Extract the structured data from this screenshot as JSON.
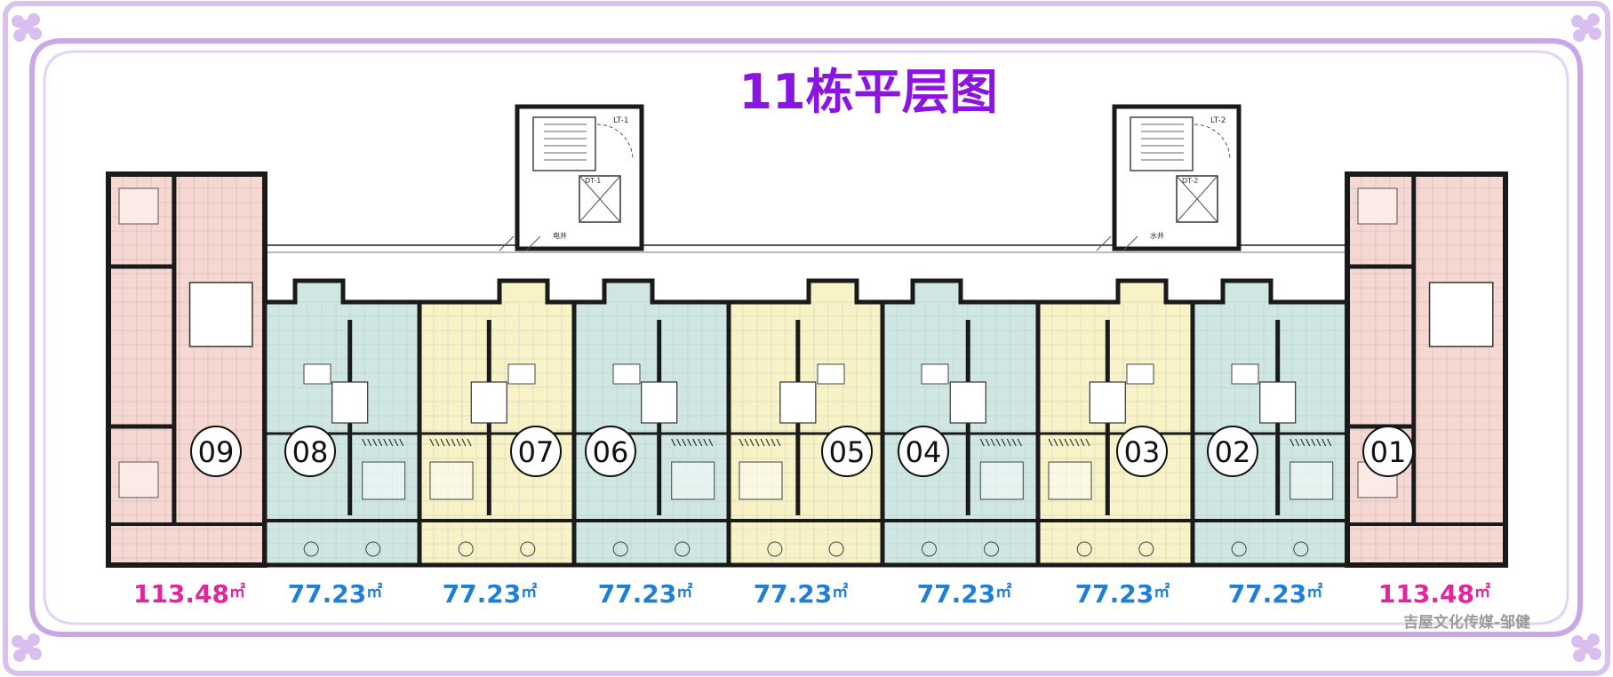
{
  "title": "11栋平层图",
  "credit": "吉屋文化传媒-邹健",
  "area_unit": "㎡",
  "colors": {
    "frame": "#c8a8e6",
    "frame_inner": "#e4d4f4",
    "title": "#8a14e0",
    "pink_unit": "#f6d8d2",
    "cyan_unit": "#cfe6e2",
    "yellow_unit": "#f8f2c6",
    "wall": "#1a1a1a",
    "area_pink": "#e0269a",
    "area_blue": "#1f7fd6",
    "credit": "#9a9a9a"
  },
  "stair_cores": [
    {
      "label": "LT-1",
      "lift_label": "DT-1",
      "shaft_label": "电井"
    },
    {
      "label": "LT-2",
      "lift_label": "DT-2",
      "shaft_label": "水井"
    }
  ],
  "units": [
    {
      "number": "09",
      "area": "113.48",
      "scheme": "pink"
    },
    {
      "number": "08",
      "area": "77.23",
      "scheme": "cyan"
    },
    {
      "number": "07",
      "area": "77.23",
      "scheme": "yellow"
    },
    {
      "number": "06",
      "area": "77.23",
      "scheme": "cyan"
    },
    {
      "number": "05",
      "area": "77.23",
      "scheme": "yellow"
    },
    {
      "number": "04",
      "area": "77.23",
      "scheme": "cyan"
    },
    {
      "number": "03",
      "area": "77.23",
      "scheme": "yellow"
    },
    {
      "number": "02",
      "area": "77.23",
      "scheme": "cyan"
    },
    {
      "number": "01",
      "area": "113.48",
      "scheme": "pink"
    }
  ]
}
